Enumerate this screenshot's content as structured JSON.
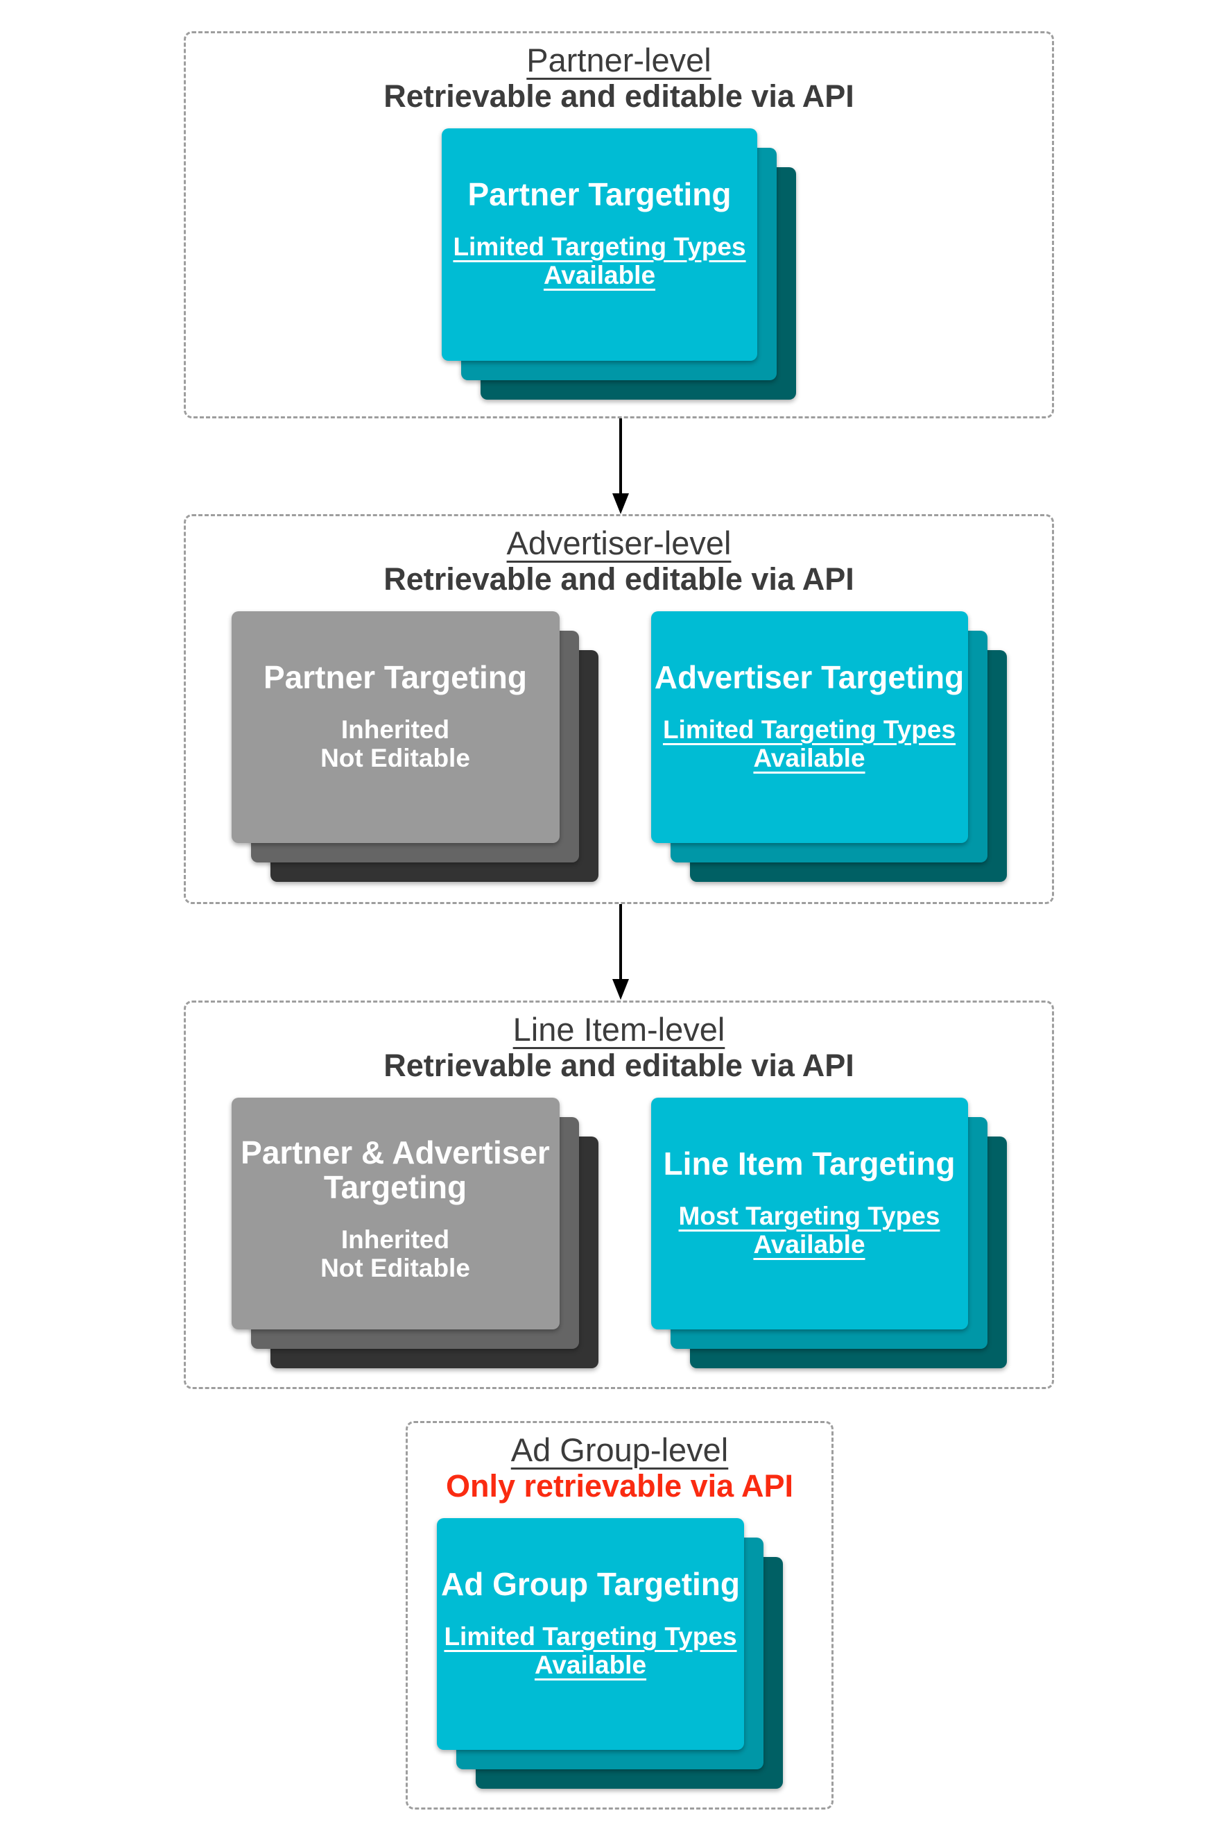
{
  "colors": {
    "cyan": "#00BCD4",
    "cyan_shadow1": "#0097A7",
    "cyan_shadow2": "#006064",
    "gray": "#9A9A9A",
    "gray_shadow1": "#656565",
    "gray_shadow2": "#333333",
    "heading": "#3C3C3C",
    "red": "#FA2B11",
    "dashed_border": "#9E9E9E",
    "arrow": "#000000",
    "card_text": "#FFFFFF"
  },
  "sections": [
    {
      "title": "Partner-level",
      "subtitle": "Retrievable and editable via API",
      "cards": [
        {
          "style": "cyan",
          "title_lines": [
            "Partner Targeting"
          ],
          "sub_lines": [
            "Limited Targeting Types",
            "Available"
          ]
        }
      ]
    },
    {
      "title": "Advertiser-level",
      "subtitle": "Retrievable and editable via API",
      "cards": [
        {
          "style": "gray",
          "title_lines": [
            "Partner Targeting"
          ],
          "sub_lines": [
            "Inherited",
            "Not Editable"
          ]
        },
        {
          "style": "cyan",
          "title_lines": [
            "Advertiser Targeting"
          ],
          "sub_lines": [
            "Limited Targeting Types",
            "Available"
          ]
        }
      ]
    },
    {
      "title": "Line Item-level",
      "subtitle": "Retrievable and editable via API",
      "cards": [
        {
          "style": "gray",
          "title_lines": [
            "Partner & Advertiser",
            "Targeting"
          ],
          "sub_lines": [
            "Inherited",
            "Not Editable"
          ]
        },
        {
          "style": "cyan",
          "title_lines": [
            "Line Item Targeting"
          ],
          "sub_lines": [
            "Most Targeting Types",
            "Available"
          ]
        }
      ]
    },
    {
      "title": "Ad Group-level",
      "subtitle": "Only retrievable via API",
      "cards": [
        {
          "style": "cyan",
          "title_lines": [
            "Ad Group Targeting"
          ],
          "sub_lines": [
            "Limited Targeting Types",
            "Available"
          ]
        }
      ]
    }
  ]
}
